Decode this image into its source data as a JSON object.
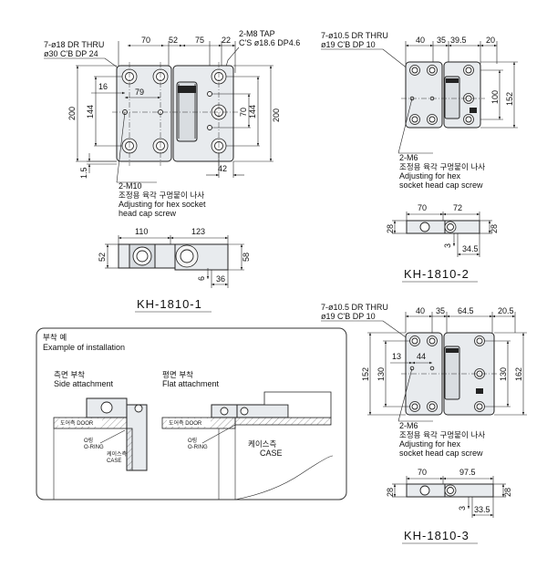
{
  "kh1": {
    "model": "KH-1810-1",
    "note_holes": "7-ø18 DR THRU",
    "note_cb": "ø30 C'B DP 24",
    "note_tap": "2-M8 TAP",
    "note_tap_cs": "C'S ø18.6 DP4.6",
    "d70": "70",
    "d52": "52",
    "d75": "75",
    "d22": "22",
    "d16": "16",
    "d79": "79",
    "d200a": "200",
    "d144a": "144",
    "d70b": "70",
    "d144b": "144",
    "d200b": "200",
    "d42": "42",
    "d15": "1.5",
    "screw": "2-M10",
    "screw_ko": "조정용 육각 구멍붙이 나사",
    "screw_en1": "Adjusting for hex socket",
    "screw_en2": "head cap screw",
    "s110": "110",
    "s123": "123",
    "s52": "52",
    "s58": "58",
    "s6": "6",
    "s36": "36"
  },
  "kh2": {
    "model": "KH-1810-2",
    "note_holes": "7-ø10.5 DR THRU",
    "note_cb": "ø19 C'B DP 10",
    "d40": "40",
    "d35": "35",
    "d395": "39.5",
    "d20": "20",
    "d100": "100",
    "d152": "152",
    "screw": "2-M6",
    "screw_ko": "조정용 육각 구멍붙이 나사",
    "screw_en1": "Adjusting for hex",
    "screw_en2": "socket head cap screw",
    "s70": "70",
    "s72": "72",
    "s28a": "28",
    "s28b": "28",
    "s3": "3",
    "s345": "34.5"
  },
  "kh3": {
    "model": "KH-1810-3",
    "note_holes": "7-ø10.5 DR THRU",
    "note_cb": "ø19 C'B DP 10",
    "d40": "40",
    "d35": "35",
    "d645": "64.5",
    "d205": "20.5",
    "d13": "13",
    "d44": "44",
    "d152": "152",
    "d130a": "130",
    "d130b": "130",
    "d162": "162",
    "screw": "2-M6",
    "screw_ko": "조정용 육각 구멍붙이 나사",
    "screw_en1": "Adjusting for hex",
    "screw_en2": "socket head cap screw",
    "s70": "70",
    "s975": "97.5",
    "s28a": "28",
    "s28b": "28",
    "s3": "3",
    "s335": "33.5"
  },
  "install": {
    "title_ko": "부착 예",
    "title_en": "Example of installation",
    "side_ko": "측면 부착",
    "side_en": "Side attachment",
    "flat_ko": "평면 부착",
    "flat_en": "Flat attachment",
    "door": "도어측 DOOR",
    "oring_ko": "O링",
    "oring_en": "O-RING",
    "case_ko": "케이스측",
    "case_en": "CASE"
  }
}
